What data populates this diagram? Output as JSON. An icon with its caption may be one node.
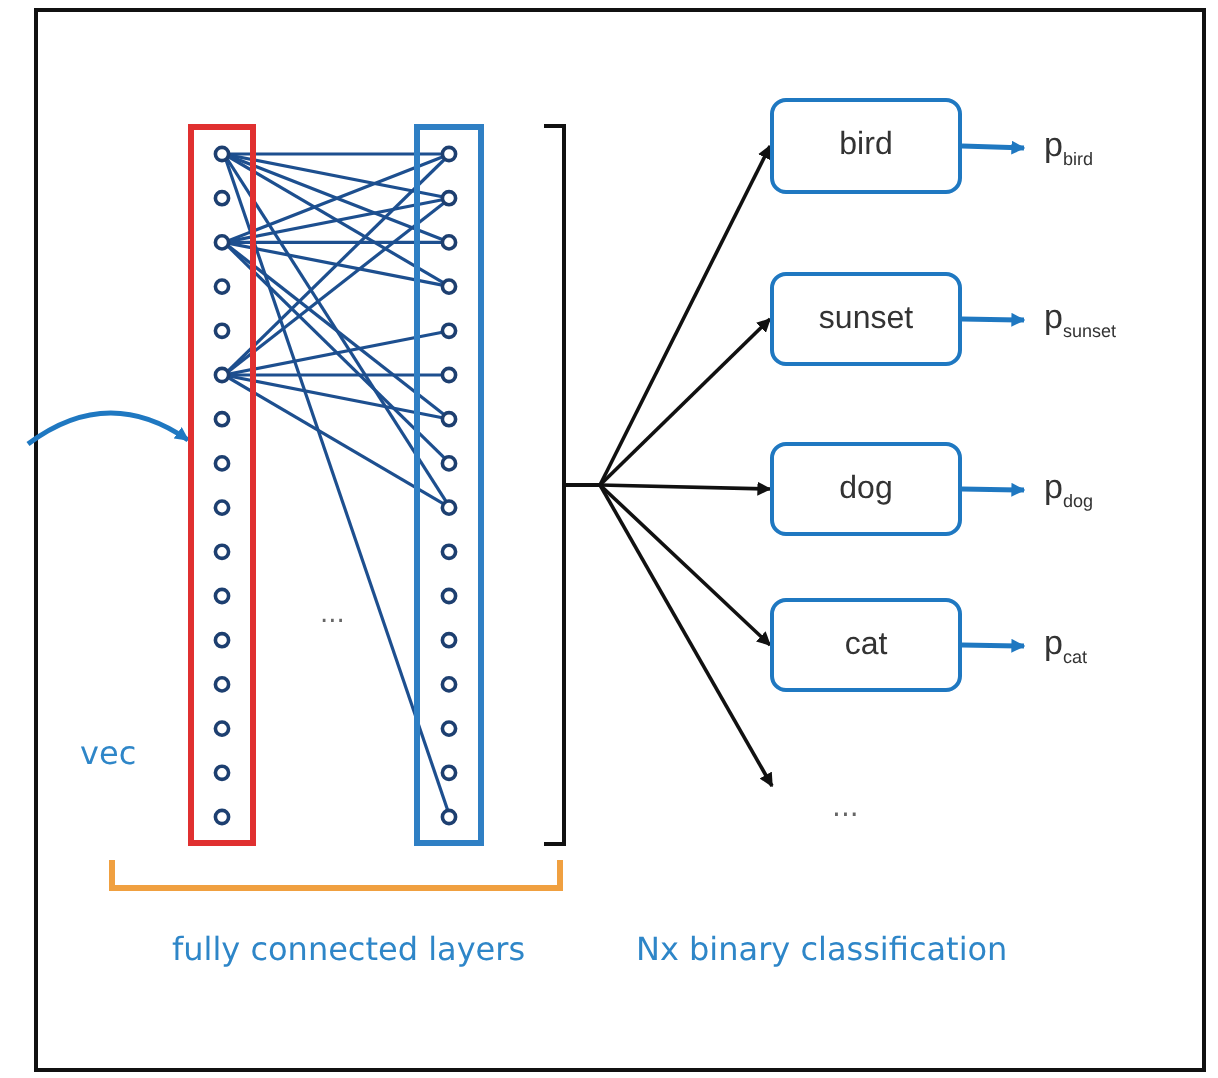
{
  "diagram": {
    "nodes": [
      {
        "text": [],
        "shape": "box"
      },
      {
        "text": [],
        "shape": "box"
      },
      {
        "text": [],
        "shape": "bracket"
      },
      {
        "text": [
          "bird"
        ]
      },
      {
        "text": [
          "sunset"
        ]
      },
      {
        "text": [
          "dog"
        ]
      },
      {
        "text": [
          "cat"
        ]
      },
      {
        "text": [
          "p$_{bird}$"
        ]
      },
      {
        "text": [
          "p$_{sunset}$"
        ]
      },
      {
        "text": [
          "p$_{dog}$"
        ]
      },
      {
        "text": [
          "p$_{cat}$"
        ]
      }
    ],
    "edges": [
      {
        "from": null,
        "to": 0,
        "arrow": "to"
      },
      {
        "from": 2,
        "to": 3,
        "arrow": "to",
        "color": "#111111"
      },
      {
        "from": 2,
        "to": 4,
        "arrow": "to",
        "color": "#111111"
      },
      {
        "from": 2,
        "to": 5,
        "arrow": "to",
        "color": "#111111"
      },
      {
        "from": 2,
        "to": 6,
        "arrow": "to",
        "color": "#111111"
      },
      {
        "from": 2,
        "to": null,
        "arrow": "to",
        "color": "#111111"
      },
      {
        "from": 3,
        "to": 7,
        "arrow": "to"
      },
      {
        "from": 4,
        "to": 8,
        "arrow": "to"
      },
      {
        "from": 5,
        "to": 9,
        "arrow": "to"
      },
      {
        "from": 6,
        "to": 10,
        "arrow": "to"
      }
    ],
    "labels": [
      "vec",
      "...",
      "...",
      "fully connected layers",
      "Nx binary classification"
    ]
  }
}
